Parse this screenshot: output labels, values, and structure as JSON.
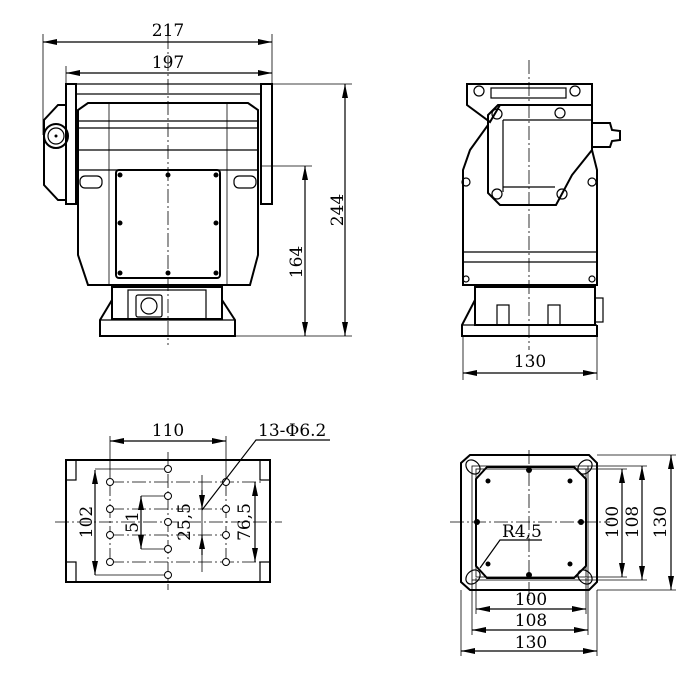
{
  "drawing": {
    "front_view": {
      "width_overall": "217",
      "width_bracket": "197",
      "height_overall": "244",
      "height_body": "164"
    },
    "side_view": {
      "width": "130"
    },
    "base_plan": {
      "hole_spacing": "110",
      "hole_callout": "13-Φ6.2",
      "span_102": "102",
      "span_51": "51",
      "span_25_5": "25,5",
      "span_76_5": "76,5"
    },
    "mount_plan": {
      "radius": "R4,5",
      "h_100": "100",
      "h_108": "108",
      "h_130": "130",
      "v_100": "100",
      "v_108": "108",
      "v_130": "130"
    }
  }
}
